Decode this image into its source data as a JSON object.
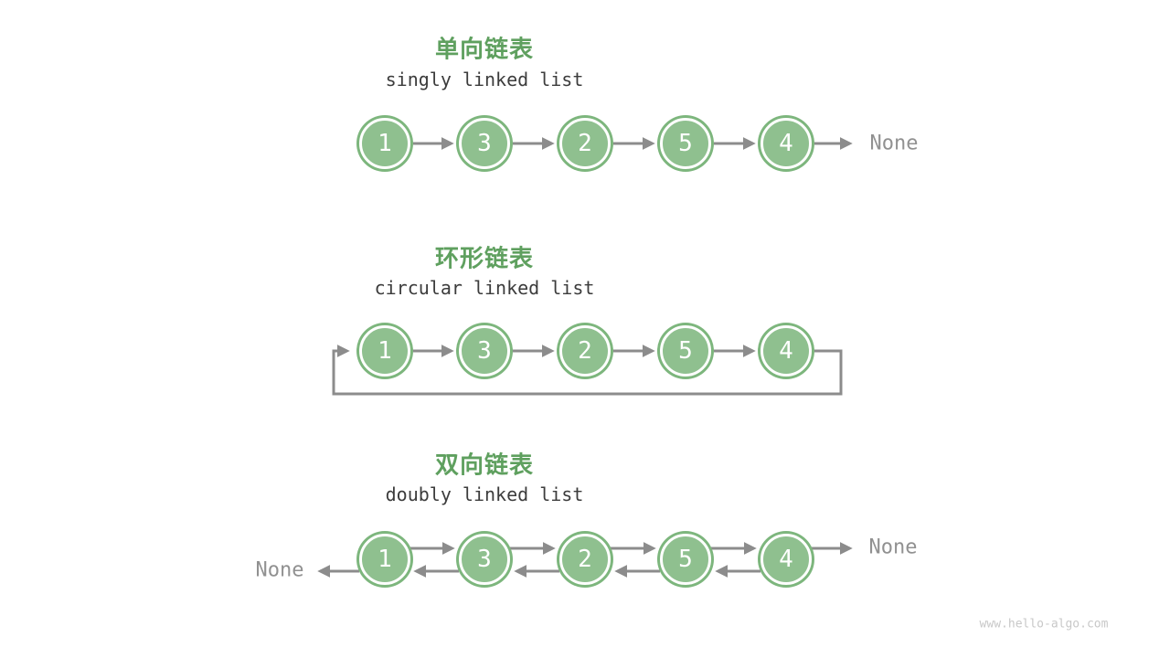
{
  "page": {
    "watermark": "www.hello-algo.com",
    "background": "#ffffff"
  },
  "colors": {
    "node_fill": "#8fc08f",
    "node_ring": "#7db67d",
    "node_text": "#ffffff",
    "title_green": "#5fa05f",
    "subtitle_text": "#3c3c3c",
    "arrow": "#8c8c8c",
    "none_text": "#919191",
    "watermark_text": "#c8c8c8"
  },
  "sections": [
    {
      "title_zh": "单向链表",
      "title_en": "singly linked list",
      "nodes": [
        "1",
        "3",
        "2",
        "5",
        "4"
      ],
      "tail_next_label": "None"
    },
    {
      "title_zh": "环形链表",
      "title_en": "circular linked list",
      "nodes": [
        "1",
        "3",
        "2",
        "5",
        "4"
      ]
    },
    {
      "title_zh": "双向链表",
      "title_en": "doubly linked list",
      "nodes": [
        "1",
        "3",
        "2",
        "5",
        "4"
      ],
      "head_prev_label": "None",
      "tail_next_label": "None"
    }
  ]
}
